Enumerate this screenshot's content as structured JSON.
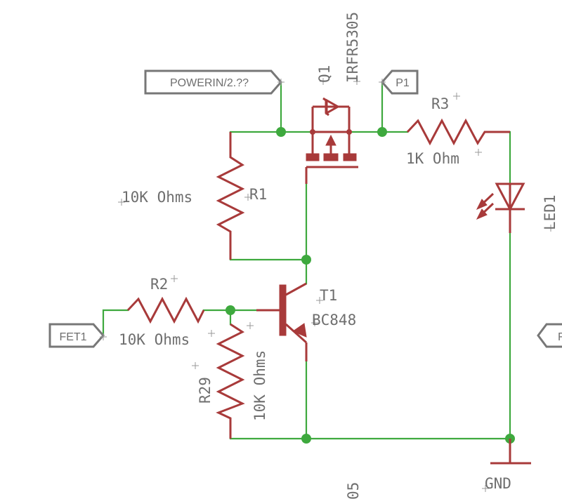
{
  "flags": {
    "powerin": "POWERIN/2.??",
    "p1": "P1",
    "fet1": "FET1",
    "right_partial": "F"
  },
  "components": {
    "q1": {
      "name": "Q1",
      "value": "IRFR5305"
    },
    "r1": {
      "name": "R1",
      "value": "10K Ohms"
    },
    "r2": {
      "name": "R2",
      "value": "10K Ohms"
    },
    "r3": {
      "name": "R3",
      "value": "1K Ohm"
    },
    "r29": {
      "name": "R29",
      "value": "10K Ohms"
    },
    "t1": {
      "name": "T1",
      "value": "BC848"
    },
    "led1": {
      "name": "LED1"
    },
    "gnd": {
      "name": "GND"
    }
  },
  "partial_text": {
    "bottom": "05"
  },
  "colors": {
    "wire": "#3ea93e",
    "component": "#a83a3a",
    "text": "#6e6e6e"
  }
}
